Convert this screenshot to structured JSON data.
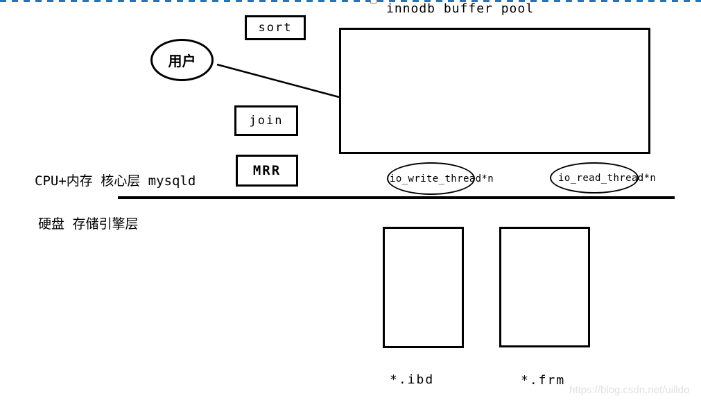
{
  "canvas": {
    "title": "innodb buffer pool",
    "watermark": "https://blog.csdn.net/uilldo"
  },
  "layers": {
    "core": {
      "label": "CPU+内存 核心层 mysqld"
    },
    "storage": {
      "label": "硬盘 存储引擎层"
    }
  },
  "shapes": {
    "user_ellipse": {
      "label": "用户"
    },
    "sort_box": {
      "label": "sort"
    },
    "join_box": {
      "label": "join"
    },
    "mrr_box": {
      "label": "MRR"
    },
    "io_write_ellipse": {
      "label": "io_write_thread*n"
    },
    "io_read_ellipse": {
      "label": "io_read_thread*n"
    },
    "ibd_file_box": {
      "label": "*.ibd"
    },
    "frm_file_box": {
      "label": "*.frm"
    }
  },
  "colors": {
    "stroke": "#000000",
    "selection_dash": "#1e76c0",
    "watermark": "#e0e0e0"
  }
}
